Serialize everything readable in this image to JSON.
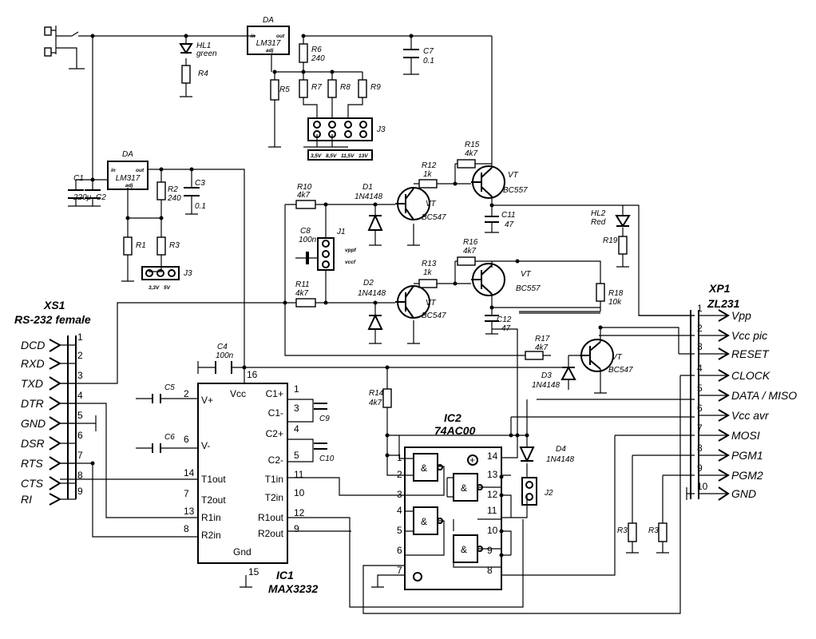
{
  "xs1": {
    "ref": "XS1",
    "name": "RS-232 female",
    "pins": [
      {
        "n": "1",
        "sig": "DCD"
      },
      {
        "n": "2",
        "sig": "RXD"
      },
      {
        "n": "3",
        "sig": "TXD"
      },
      {
        "n": "4",
        "sig": "DTR"
      },
      {
        "n": "5",
        "sig": "GND"
      },
      {
        "n": "6",
        "sig": "DSR"
      },
      {
        "n": "7",
        "sig": "RTS"
      },
      {
        "n": "8",
        "sig": "CTS"
      },
      {
        "n": "9",
        "sig": "RI"
      }
    ]
  },
  "xp1": {
    "ref": "XP1",
    "name": "ZL231",
    "pins": [
      {
        "n": "1",
        "sig": "Vpp"
      },
      {
        "n": "2",
        "sig": "Vcc pic"
      },
      {
        "n": "3",
        "sig": "RESET"
      },
      {
        "n": "4",
        "sig": "CLOCK"
      },
      {
        "n": "5",
        "sig": "DATA / MISO"
      },
      {
        "n": "6",
        "sig": "Vcc avr"
      },
      {
        "n": "7",
        "sig": "MOSI"
      },
      {
        "n": "8",
        "sig": "PGM1"
      },
      {
        "n": "9",
        "sig": "PGM2"
      },
      {
        "n": "10",
        "sig": "GND"
      }
    ]
  },
  "ic1": {
    "ref": "IC1",
    "part": "MAX3232",
    "vcc": "Vcc",
    "gnd": "Gnd",
    "left": [
      {
        "n": "2",
        "l": "V+"
      },
      {
        "n": "6",
        "l": "V-"
      },
      {
        "n": "14",
        "l": "T1out"
      },
      {
        "n": "7",
        "l": "T2out"
      },
      {
        "n": "13",
        "l": "R1in"
      },
      {
        "n": "8",
        "l": "R2in"
      }
    ],
    "right": [
      {
        "n": "1",
        "l": "C1+"
      },
      {
        "n": "3",
        "l": "C1-"
      },
      {
        "n": "4",
        "l": "C2+"
      },
      {
        "n": "5",
        "l": "C2-"
      },
      {
        "n": "11",
        "l": "T1in"
      },
      {
        "n": "10",
        "l": "T2in"
      },
      {
        "n": "12",
        "l": "R1out"
      },
      {
        "n": "9",
        "l": "R2out"
      }
    ],
    "vcc_pin": "16",
    "gnd_pin": "15"
  },
  "ic2": {
    "ref": "IC2",
    "part": "74AC00",
    "gate": "&",
    "plus": "+",
    "pins": {
      "p1": "1",
      "p2": "2",
      "p3": "3",
      "p4": "4",
      "p5": "5",
      "p6": "6",
      "p7": "7",
      "p8": "8",
      "p9": "9",
      "p10": "10",
      "p11": "11",
      "p12": "12",
      "p13": "13",
      "p14": "14"
    }
  },
  "reg1": {
    "ref": "DA",
    "part": "LM317",
    "in": "in",
    "out": "out",
    "adj": "adj"
  },
  "reg2": {
    "ref": "DA",
    "part": "LM317",
    "in": "in",
    "out": "out",
    "adj": "adj"
  },
  "parts": {
    "c1": "C1",
    "c1v": "220μ",
    "c2": "C2",
    "c3": "C3",
    "c3v": "0.1",
    "c4": "C4",
    "c4v": "100n",
    "c5": "C5",
    "c6": "C6",
    "c7": "C7",
    "c7v": "0.1",
    "c8": "C8",
    "c8v": "100n",
    "c9": "C9",
    "c10": "C10",
    "c11": "C11",
    "c11v": "47",
    "c12": "C12",
    "c12v": "47",
    "r1": "R1",
    "r2": "R2",
    "r2v": "240",
    "r3": "R3",
    "r3b": "R3",
    "r3c": "R3",
    "r4": "R4",
    "r5": "R5",
    "r6": "R6",
    "r6v": "240",
    "r7": "R7",
    "r8": "R8",
    "r9": "R9",
    "r10": "R10",
    "r10v": "4k7",
    "r11": "R11",
    "r11v": "4k7",
    "r12": "R12",
    "r12v": "1k",
    "r13": "R13",
    "r13v": "1k",
    "r14": "R14",
    "r14v": "4k7",
    "r15": "R15",
    "r15v": "4k7",
    "r16": "R16",
    "r16v": "4k7",
    "r17": "R17",
    "r17v": "4k7",
    "r18": "R18",
    "r18v": "10k",
    "r19": "R19",
    "d1": "D1",
    "d1v": "1N4148",
    "d2": "D2",
    "d2v": "1N4148",
    "d3": "D3",
    "d3v": "1N4148",
    "d4": "D4",
    "d4v": "1N4148",
    "hl1": "HL1",
    "hl1v": "green",
    "hl2": "HL2",
    "hl2v": "Red",
    "vt": "VT",
    "bc547": "BC547",
    "bc557": "BC557",
    "j1": "J1",
    "j1a": "vppf",
    "j1b": "vccf",
    "j2": "J2",
    "j3a": "J3",
    "j3b": "J3",
    "j3_opts": [
      "3,5V",
      "8,5V",
      "11,5V",
      "13V"
    ],
    "j3b_opts": [
      "3,3V",
      "5V"
    ]
  }
}
